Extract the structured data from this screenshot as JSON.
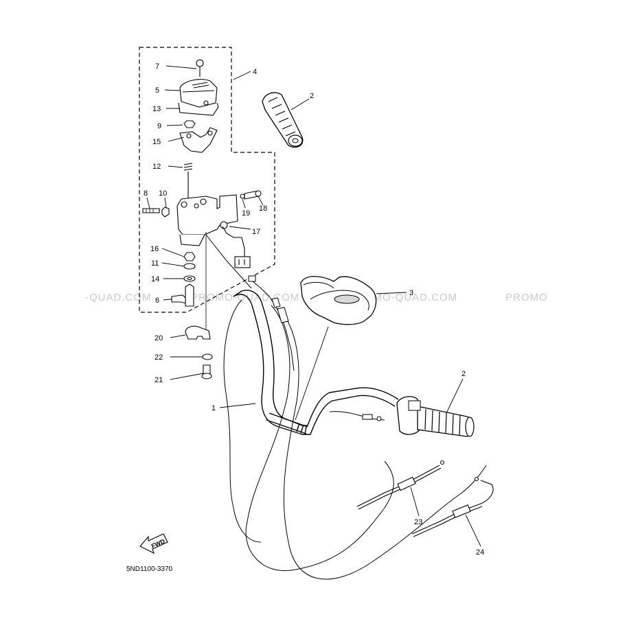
{
  "diagram": {
    "part_code": "5ND1100-3370",
    "direction_label": "FWD",
    "watermarks": [
      "-QUAD.COM",
      "PROMO-QUAD.COM",
      "PROMO-QUAD.COM",
      "PROMO"
    ],
    "callouts": [
      "7",
      "5",
      "13",
      "9",
      "15",
      "12",
      "8",
      "10",
      "4",
      "2",
      "19",
      "18",
      "17",
      "16",
      "11",
      "14",
      "6",
      "3",
      "20",
      "22",
      "21",
      "1",
      "2",
      "23",
      "24"
    ]
  }
}
